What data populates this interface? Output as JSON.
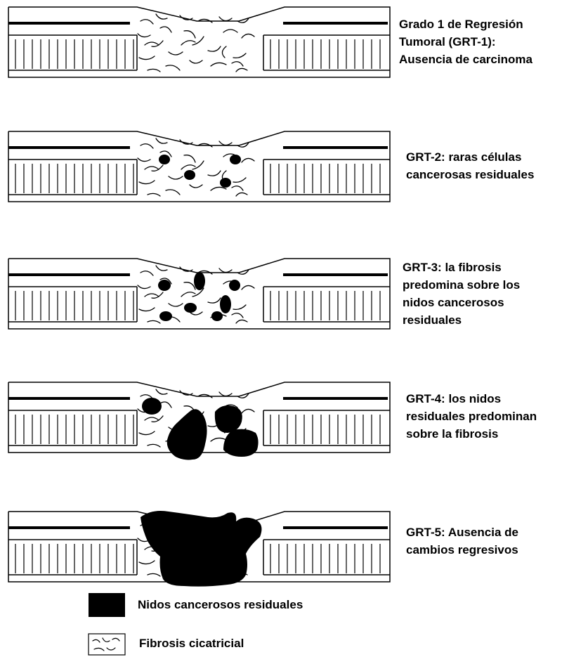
{
  "grades": [
    {
      "id": "grt-1",
      "label": "Grado 1 de Regresión\nTumoral (GRT-1):\nAusencia de carcinoma",
      "residual_nests": "none"
    },
    {
      "id": "grt-2",
      "label": "GRT-2: raras células\ncancerosas residuales",
      "residual_nests": "rare"
    },
    {
      "id": "grt-3",
      "label": "GRT-3: la fibrosis\npredomina sobre los\nnidos cancerosos\nresiduales",
      "residual_nests": "fibrosis-predominates"
    },
    {
      "id": "grt-4",
      "label": "GRT-4: los nidos\nresiduales predominan\nsobre la fibrosis",
      "residual_nests": "nests-predominate"
    },
    {
      "id": "grt-5",
      "label": "GRT-5: Ausencia de\ncambios regresivos",
      "residual_nests": "no-regression"
    }
  ],
  "legend": {
    "nests_label": "Nidos cancerosos residuales",
    "fibrosis_label": "Fibrosis cicatricial"
  }
}
